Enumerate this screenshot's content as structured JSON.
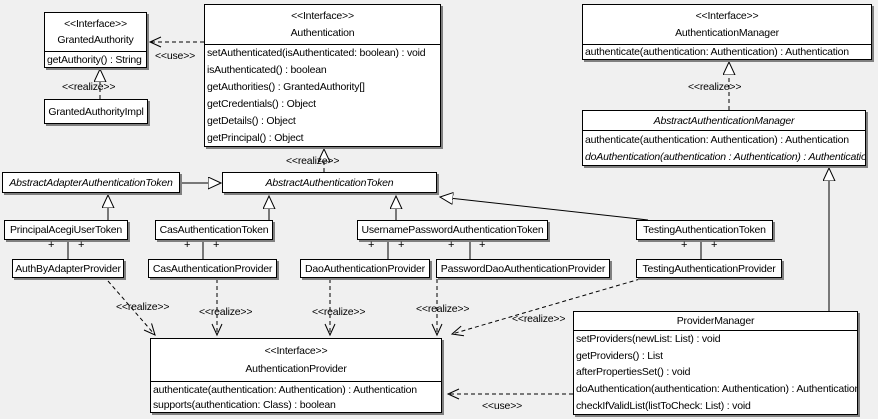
{
  "colors": {
    "background": "#f0f0f0",
    "box_fill": "#ffffff",
    "box_border": "#000000",
    "box_shadow": "#808080",
    "text": "#000000",
    "line": "#000000"
  },
  "labels": {
    "realize": "<<realize>>",
    "use": "<<use>>",
    "plus": "+"
  },
  "classes": {
    "granted_authority": {
      "stereotype": "<<Interface>>",
      "name": "GrantedAuthority",
      "methods": [
        "getAuthority() : String"
      ]
    },
    "granted_authority_impl": {
      "name": "GrantedAuthorityImpl"
    },
    "authentication": {
      "stereotype": "<<Interface>>",
      "name": "Authentication",
      "methods": [
        "setAuthenticated(isAuthenticated: boolean) : void",
        "isAuthenticated() : boolean",
        "getAuthorities() : GrantedAuthority[]",
        "getCredentials() : Object",
        "getDetails() : Object",
        "getPrincipal() : Object"
      ]
    },
    "authentication_manager": {
      "stereotype": "<<Interface>>",
      "name": "AuthenticationManager",
      "methods": [
        "authenticate(authentication: Authentication) : Authentication"
      ]
    },
    "abstract_authentication_manager": {
      "name": "AbstractAuthenticationManager",
      "methods": [
        "authenticate(authentication: Authentication) : Authentication",
        "doAuthentication(authentication : Authentication) : Authentication"
      ]
    },
    "abstract_adapter_authentication_token": {
      "name": "AbstractAdapterAuthenticationToken"
    },
    "abstract_authentication_token": {
      "name": "AbstractAuthenticationToken"
    },
    "principal_acegi_user_token": {
      "name": "PrincipalAcegiUserToken"
    },
    "cas_authentication_token": {
      "name": "CasAuthenticationToken"
    },
    "username_password_authentication_token": {
      "name": "UsernamePasswordAuthenticationToken"
    },
    "testing_authentication_token": {
      "name": "TestingAuthenticationToken"
    },
    "auth_by_adapter_provider": {
      "name": "AuthByAdapterProvider"
    },
    "cas_authentication_provider": {
      "name": "CasAuthenticationProvider"
    },
    "dao_authentication_provider": {
      "name": "DaoAuthenticationProvider"
    },
    "password_dao_authentication_provider": {
      "name": "PasswordDaoAuthenticationProvider"
    },
    "testing_authentication_provider": {
      "name": "TestingAuthenticationProvider"
    },
    "authentication_provider": {
      "stereotype": "<<Interface>>",
      "name": "AuthenticationProvider",
      "methods": [
        "authenticate(authentication: Authentication) : Authentication",
        "supports(authentication: Class) : boolean"
      ]
    },
    "provider_manager": {
      "name": "ProviderManager",
      "methods": [
        "setProviders(newList: List) : void",
        "getProviders() : List",
        "afterPropertiesSet() : void",
        "doAuthentication(authentication: Authentication) : Authentication",
        "checkIfValidList(listToCheck: List) : void"
      ]
    }
  }
}
